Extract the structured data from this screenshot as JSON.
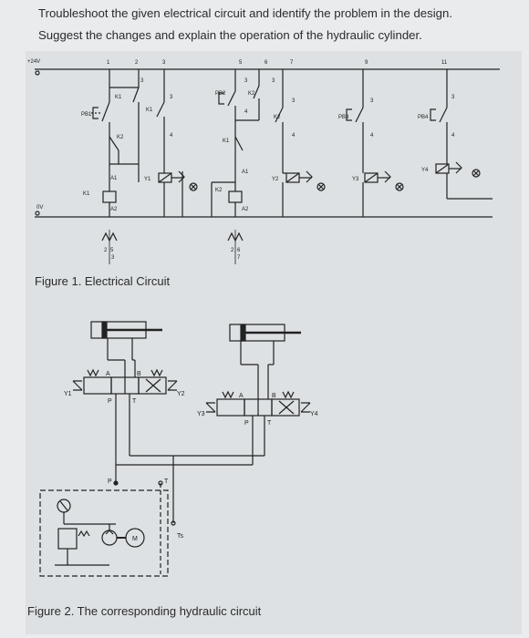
{
  "question": {
    "line1": "Troubleshoot the given electrical circuit and identify the problem in the design.",
    "line2": "Suggest the changes and explain the operation of the hydraulic cylinder."
  },
  "electrical": {
    "caption": "Figure 1. Electrical Circuit",
    "supply_top": "+24V",
    "supply_bottom": "0V",
    "rung_numbers": [
      "1",
      "2",
      "3",
      "5",
      "6",
      "7",
      "9",
      "11"
    ],
    "labels": {
      "pb1": "PB1",
      "pb2": "PB2",
      "pb3": "PB3",
      "pb4": "PB4",
      "k1": "K1",
      "k2": "K2",
      "y1": "Y1",
      "y2": "Y2",
      "y3": "Y3",
      "y4": "Y4",
      "a1": "A1",
      "a2": "A2",
      "t1": "1",
      "t2": "2",
      "t3": "3",
      "t4": "4",
      "t5": "5",
      "t6": "6",
      "t7": "7"
    }
  },
  "hydraulic": {
    "caption": "Figure 2. The corresponding hydraulic circuit",
    "ports": {
      "a": "A",
      "b": "B",
      "p": "P",
      "t": "T",
      "ts": "Ts",
      "m": "M"
    },
    "solenoids": {
      "y1": "Y1",
      "y2": "Y2",
      "y3": "Y3",
      "y4": "Y4"
    }
  }
}
